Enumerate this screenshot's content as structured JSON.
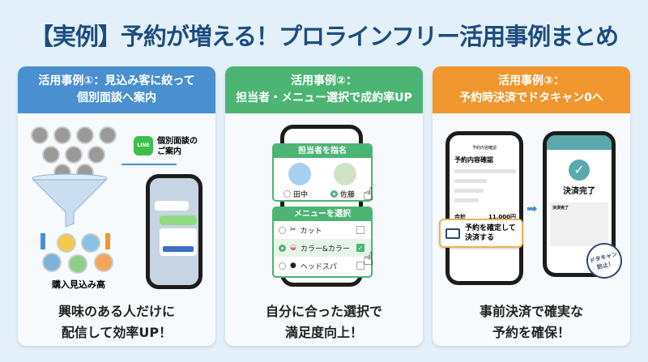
{
  "title": "【実例】予約が増える！プロラインフリー活用事例まとめ",
  "colors": {
    "title": "#1d4c7e",
    "case1": "#4a8fd0",
    "case2": "#4cb574",
    "case3": "#f0962e",
    "background": "#e3f0fa"
  },
  "cases": [
    {
      "header_line1": "活用事例①：見込み客に絞って",
      "header_line2": "個別面談へ案内",
      "line_logo": "LINE",
      "line_label_1": "個別面談の",
      "line_label_2": "ご案内",
      "funnel_label": "購入見込み高",
      "footer_line1": "興味のある人だけに",
      "footer_line2": "配信して効率UP！"
    },
    {
      "header_line1": "活用事例②：",
      "header_line2": "担当者・メニュー選択で成約率UP",
      "staff_title": "担当者を指名",
      "staff": [
        "田中",
        "佐藤"
      ],
      "staff_selected": "佐藤",
      "menu_title": "メニューを選択",
      "menu": [
        "カット",
        "カラー&カラー",
        "ヘッドスパ"
      ],
      "menu_selected": "カラー&カラー",
      "footer_line1": "自分に合った選択で",
      "footer_line2": "満足度向上！"
    },
    {
      "header_line1": "活用事例③：",
      "header_line2": "予約時決済でドタキャン0へ",
      "screen_title": "予約内容確認",
      "confirm_heading": "予約内容確認",
      "total_label": "合計",
      "total_value": "11,000円",
      "pay_button_1": "予約を確定して",
      "pay_button_2": "決済する",
      "done_title": "決済完了",
      "receipt_title": "決済完了",
      "stamp_1": "ドタキャン",
      "stamp_2": "防止！",
      "footer_line1": "事前決済で確実な",
      "footer_line2": "予約を確保！"
    }
  ]
}
